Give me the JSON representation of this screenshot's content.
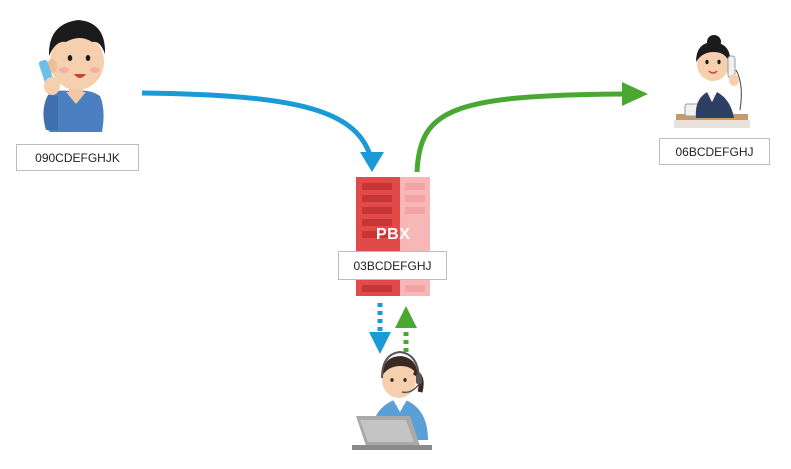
{
  "nodes": {
    "caller": {
      "number": "090CDEFGHJK"
    },
    "operator": {
      "number": "06BCDEFGHJ"
    },
    "pbx": {
      "title": "PBX",
      "number": "03BCDEFGHJ"
    },
    "agent": {}
  },
  "colors": {
    "incoming_arrow": "#1a9ad6",
    "outgoing_arrow": "#4aa832",
    "pbx_body": "#e24a4a",
    "pbx_shade": "#f7b7b7"
  },
  "icons": [
    "caller-person-icon",
    "office-worker-phone-icon",
    "server-rack-icon",
    "call-center-agent-icon"
  ]
}
